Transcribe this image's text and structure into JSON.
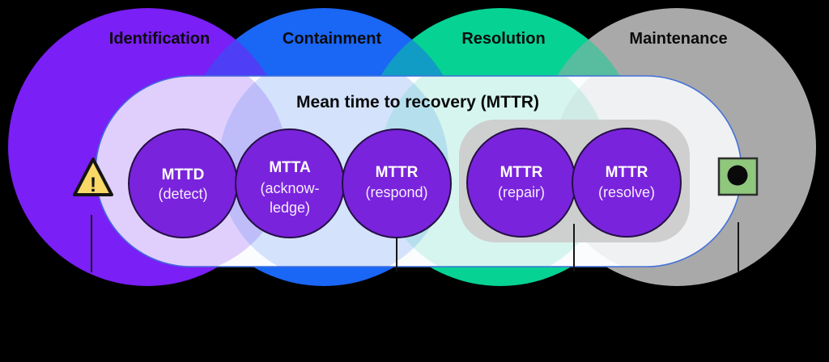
{
  "diagram": {
    "phases": [
      {
        "label": "Identification",
        "color": "#7A1FF5"
      },
      {
        "label": "Containment",
        "color": "#1A66F5"
      },
      {
        "label": "Resolution",
        "color": "#06D293"
      },
      {
        "label": "Maintenance",
        "color": "#A9A9A9"
      }
    ],
    "container": {
      "title": "Mean time to recovery (MTTR)",
      "fill": "#FBFCFE",
      "border_color": "#3E6EDC"
    },
    "metrics": [
      {
        "acronym": "MTTD",
        "sub": "(detect)"
      },
      {
        "acronym": "MTTA",
        "sub": "(acknow-",
        "sub2": "ledge)"
      },
      {
        "acronym": "MTTR",
        "sub": "(respond)"
      },
      {
        "acronym": "MTTR",
        "sub": "(repair)"
      },
      {
        "acronym": "MTTR",
        "sub": "(resolve)"
      }
    ],
    "metric_circle_color": "#7A23DC",
    "group_box_color": "#CDCDCD",
    "icons": {
      "incident_start": {
        "name": "warning-triangle-icon",
        "glyph": "!",
        "fill": "#F9D867"
      },
      "recovery_end": {
        "name": "green-stop-icon",
        "fill": "#8FC77C",
        "dot_color": "#0a0a0a"
      }
    }
  }
}
